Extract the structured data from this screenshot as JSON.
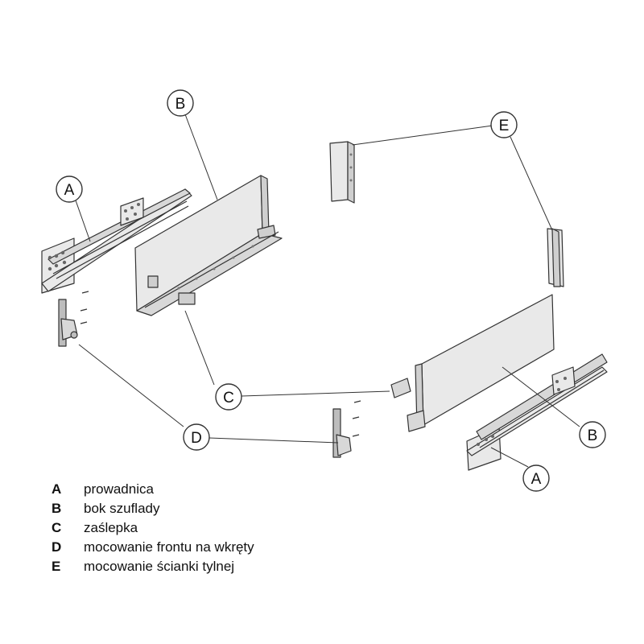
{
  "callouts": {
    "a_left": "A",
    "a_right": "A",
    "b_left": "B",
    "b_right": "B",
    "c": "C",
    "d": "D",
    "e": "E"
  },
  "legend": [
    {
      "key": "A",
      "text": "prowadnica"
    },
    {
      "key": "B",
      "text": "bok szuflady"
    },
    {
      "key": "C",
      "text": "zaślepka"
    },
    {
      "key": "D",
      "text": "mocowanie frontu na wkręty"
    },
    {
      "key": "E",
      "text": "mocowanie ścianki tylnej"
    }
  ],
  "colors": {
    "stroke": "#333333",
    "panel_fill": "#e9e9e9",
    "panel_dark": "#cfcfcf",
    "background": "#ffffff"
  }
}
